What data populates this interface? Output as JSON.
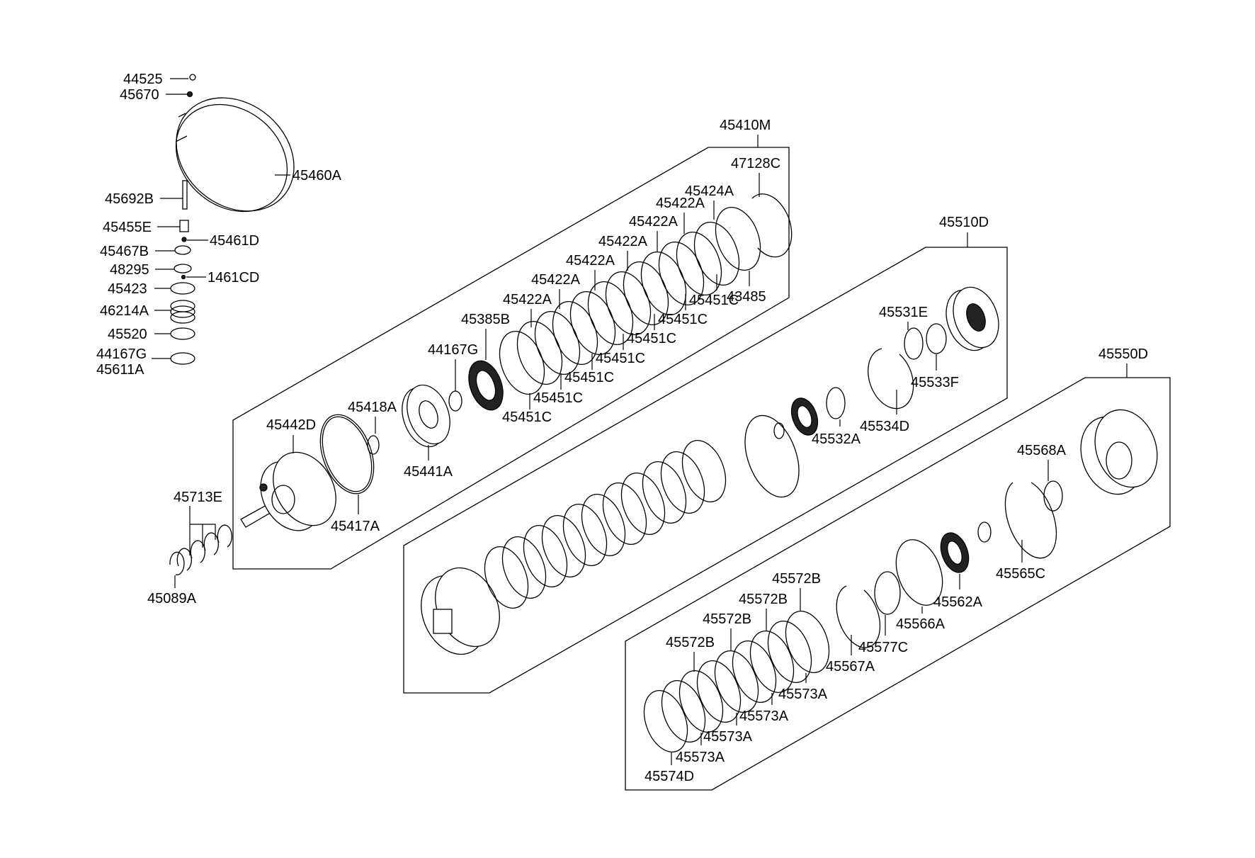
{
  "diagram": {
    "groups": {
      "g45410M": "45410M",
      "g45510D": "45510D",
      "g45550D": "45550D"
    },
    "labels": [
      "44525",
      "45670",
      "45460A",
      "45692B",
      "45455E",
      "45461D",
      "45467B",
      "48295",
      "1461CD",
      "45423",
      "46214A",
      "45520",
      "44167G",
      "45611A",
      "45713E",
      "45089A",
      "45442D",
      "45417A",
      "45418A",
      "45441A",
      "44167G",
      "45385B",
      "45451C",
      "45451C",
      "45451C",
      "45451C",
      "45451C",
      "45451C",
      "45451C",
      "45422A",
      "45422A",
      "45422A",
      "45422A",
      "45422A",
      "45422A",
      "45424A",
      "47128C",
      "43485",
      "45531E",
      "45533F",
      "45532A",
      "45534D",
      "45568A",
      "45565C",
      "45562A",
      "45566A",
      "45577C",
      "45567A",
      "45572B",
      "45572B",
      "45572B",
      "45572B",
      "45573A",
      "45573A",
      "45573A",
      "45573A",
      "45574D"
    ]
  }
}
